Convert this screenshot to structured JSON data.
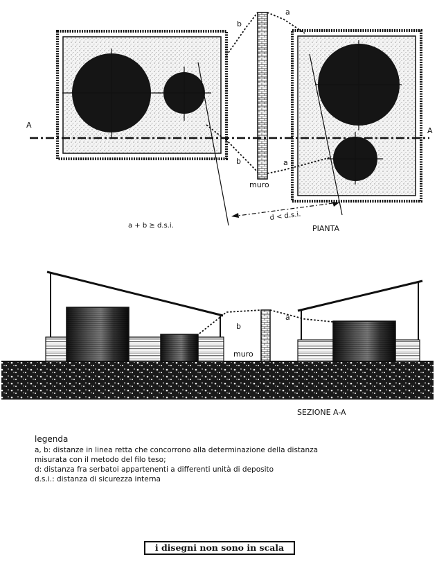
{
  "plan": {
    "section_marker_left": "A",
    "section_marker_right": "A",
    "label_a_top": "a",
    "label_b_top": "b",
    "label_b_bottom": "b",
    "label_a_bottom": "a",
    "wall_label": "muro",
    "formula": "a + b ≥ d.s.i.",
    "distance_label": "d < d.s.i.",
    "caption": "PIANTA"
  },
  "section": {
    "label_a": "a",
    "label_b": "b",
    "wall_label": "muro",
    "caption": "SEZIONE  A-A"
  },
  "legend": {
    "title": "legenda",
    "lines": [
      "a, b: distanze in linea retta che concorrono alla determinazione della distanza",
      "misurata con il metodo del filo teso;",
      "d: distanza fra serbatoi appartenenti a differenti unità di deposito",
      "d.s.i.:  distanza di sicurezza interna"
    ]
  },
  "note": "i disegni non sono in scala"
}
